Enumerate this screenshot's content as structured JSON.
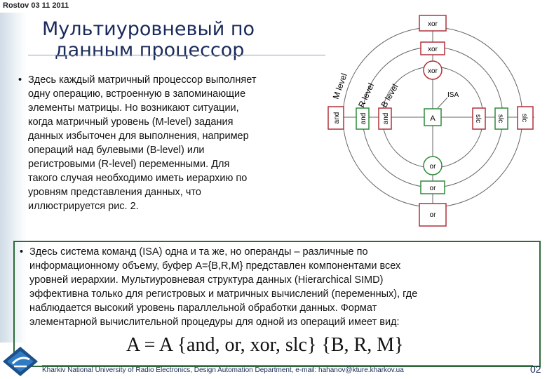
{
  "header": {
    "date": "Rostov 03 11 2011"
  },
  "title": {
    "line1": "Мультиуровневый по",
    "line2": "данным процессор"
  },
  "bullet1": {
    "lines": [
      "Здесь каждый матричный процессор выполняет",
      "одну операцию, встроенную в запоминающие",
      "элементы матрицы. Но возникают ситуации,",
      "когда матричный уровень (M-level) задания",
      "данных избыточен для выполнения, например",
      "операций над булевыми (B-level) или",
      "регистровыми (R-level) переменными. Для",
      "такого случая необходимо иметь иерархию по",
      "уровням представления данных, что",
      "иллюстрируется рис. 2."
    ]
  },
  "bullet2": {
    "lines": [
      "Здесь система команд (ISA) одна и та же, но операнды – различные по",
      "информационному объему, буфер A={B,R,M} представлен компонентами всех",
      "уровней иерархии. Мультиуровневая структура данных (Hierarchical SIMD)",
      "эффективна только для регистровых и матричных вычислений (переменных), где",
      "наблюдается высокий уровень параллельной обработки данных. Формат",
      "элементарной вычислительной процедуры для одной из операций имеет вид:"
    ]
  },
  "formula": "A = A {and, or, xor, slc} {B, R, M}",
  "diagram": {
    "xor_labels": [
      "xor",
      "xor",
      "xor"
    ],
    "or_labels": [
      "or",
      "or",
      "or"
    ],
    "and_labels": [
      "and",
      "and",
      "and"
    ],
    "slc_labels": [
      "slc",
      "slc",
      "slc"
    ],
    "center": "A",
    "isa": "ISA",
    "level_labels": [
      "M level",
      "R level",
      "B level"
    ]
  },
  "footer": {
    "text": "Kharkiv National University of Radio Electronics, Design Automation Department, e-mail: hahanov@kture.kharkov.ua",
    "page": "02"
  },
  "colors": {
    "title": "#1a2a5a",
    "box_border": "#2d6a3a",
    "diagram_red": "#b0303a",
    "diagram_green": "#2f8a3a"
  }
}
